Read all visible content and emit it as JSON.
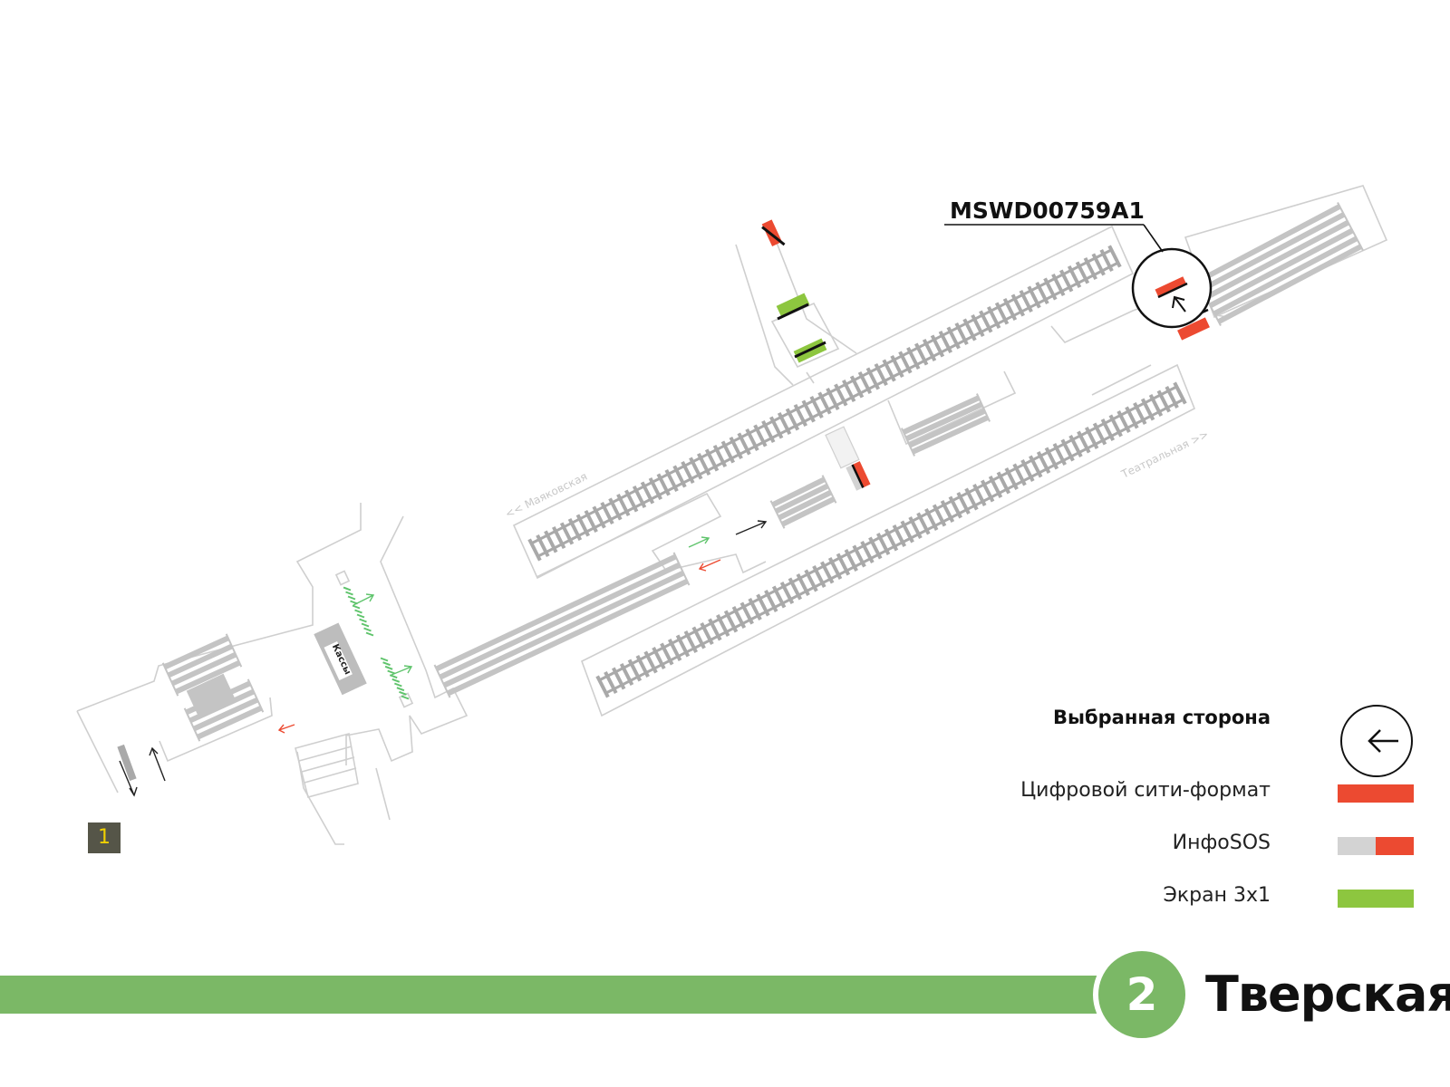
{
  "map": {
    "panel_code": "MSWD00759A1",
    "track_left_label": "<< Маяковская",
    "track_right_label": "Театральная >>",
    "ticket_office": "Кассы",
    "exit_number": "1"
  },
  "legend": {
    "selected_side": "Выбранная сторона",
    "digital_city_format": "Цифровой сити-формат",
    "infosos": "ИнфоSOS",
    "screen_3x1": "Экран 3x1"
  },
  "station": {
    "line_number": "2",
    "name": "Тверская",
    "line_color": "#7bb866"
  },
  "colors": {
    "digital_city_format": "#ec4a31",
    "infosos_gray": "#d3d3d3",
    "screen_3x1": "#8dc63f"
  },
  "icons": [
    "arrow-left-icon",
    "arrow-up-left-icon",
    "direction-arrow-icon"
  ]
}
